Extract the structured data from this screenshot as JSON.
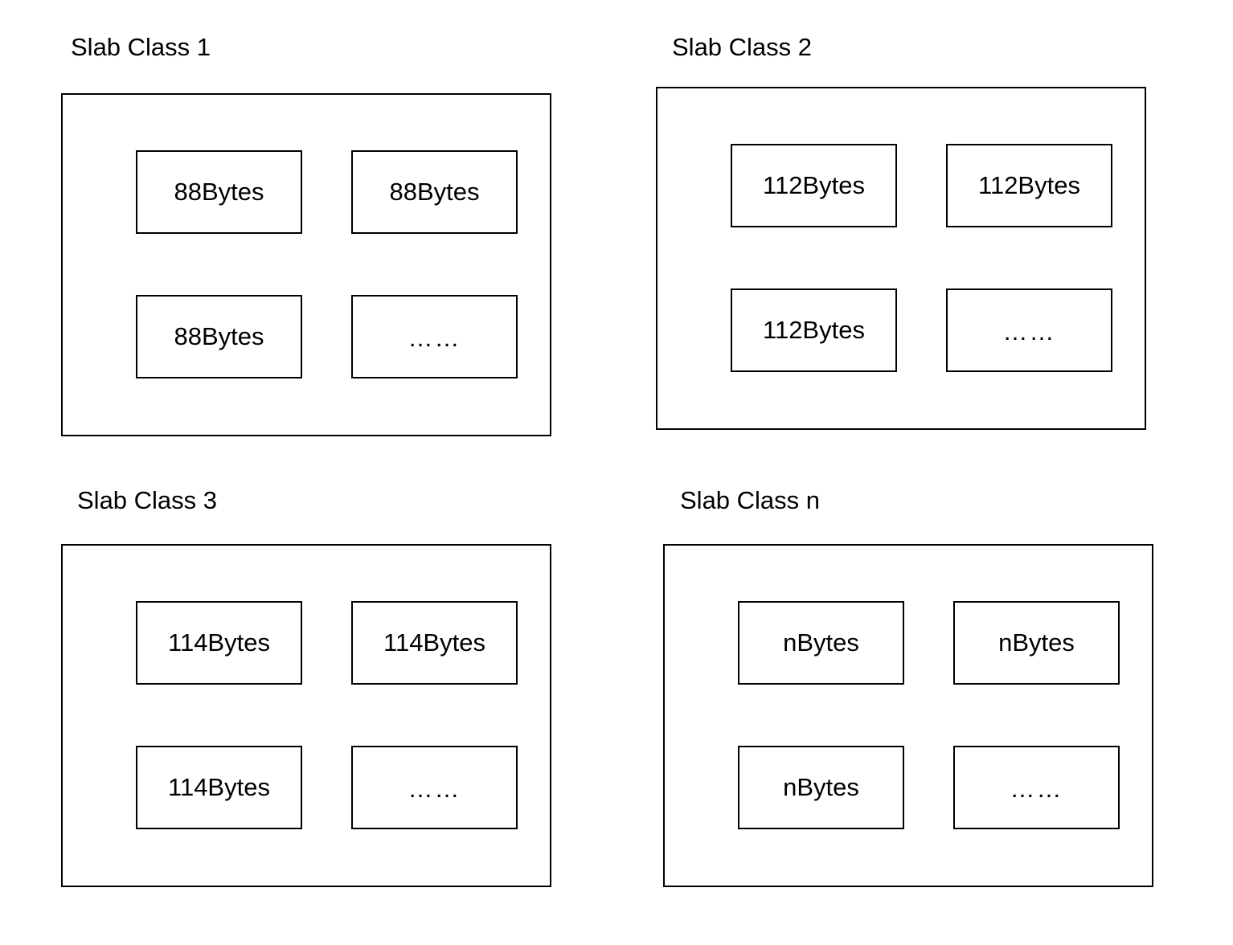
{
  "slab_classes": [
    {
      "title": "Slab Class 1",
      "chunks": [
        "88Bytes",
        "88Bytes",
        "88Bytes",
        "……"
      ]
    },
    {
      "title": "Slab Class 2",
      "chunks": [
        "112Bytes",
        "112Bytes",
        "112Bytes",
        "……"
      ]
    },
    {
      "title": "Slab Class 3",
      "chunks": [
        "114Bytes",
        "114Bytes",
        "114Bytes",
        "……"
      ]
    },
    {
      "title": "Slab Class n",
      "chunks": [
        "nBytes",
        "nBytes",
        "nBytes",
        "……"
      ]
    }
  ],
  "colors": {
    "stroke": "#000000",
    "background": "#ffffff",
    "text": "#000000"
  }
}
